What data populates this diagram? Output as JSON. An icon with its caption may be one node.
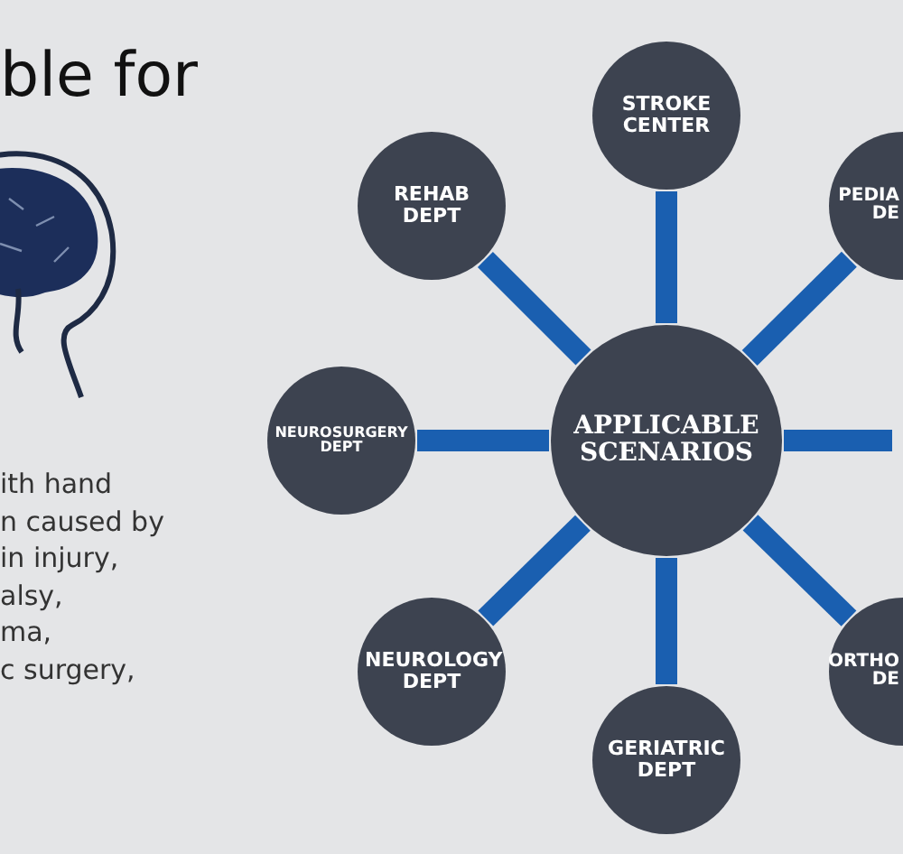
{
  "diagram": {
    "title": "ble for",
    "nodes": [
      {
        "text": [
          "APPLICABLE SCENARIOS"
        ]
      },
      {
        "text": [
          "STROKE CENTER"
        ]
      },
      {
        "text": [
          "PEDIA DE"
        ]
      },
      {
        "text": [
          "ORTHO DE"
        ]
      },
      {
        "text": [
          "GERIATRIC DEPT"
        ]
      },
      {
        "text": [
          "NEUROLOGY DEPT"
        ]
      },
      {
        "text": [
          "NEUROSURGERY DEPT"
        ]
      },
      {
        "text": [
          "REHAB DEPT"
        ]
      }
    ],
    "edges": [
      {
        "from": 0,
        "to": 1,
        "arrow": "none"
      },
      {
        "from": 0,
        "to": 2,
        "arrow": "none"
      },
      {
        "from": 0,
        "to": null,
        "arrow": "none"
      },
      {
        "from": 0,
        "to": 3,
        "arrow": "none"
      },
      {
        "from": 0,
        "to": 4,
        "arrow": "none"
      },
      {
        "from": 0,
        "to": 5,
        "arrow": "none"
      },
      {
        "from": 0,
        "to": 6,
        "arrow": "none"
      },
      {
        "from": 0,
        "to": 7,
        "arrow": "none"
      }
    ],
    "labels": [
      "ith hand",
      "n caused by",
      "in injury,",
      "alsy,",
      "ma,",
      "c surgery,"
    ]
  }
}
